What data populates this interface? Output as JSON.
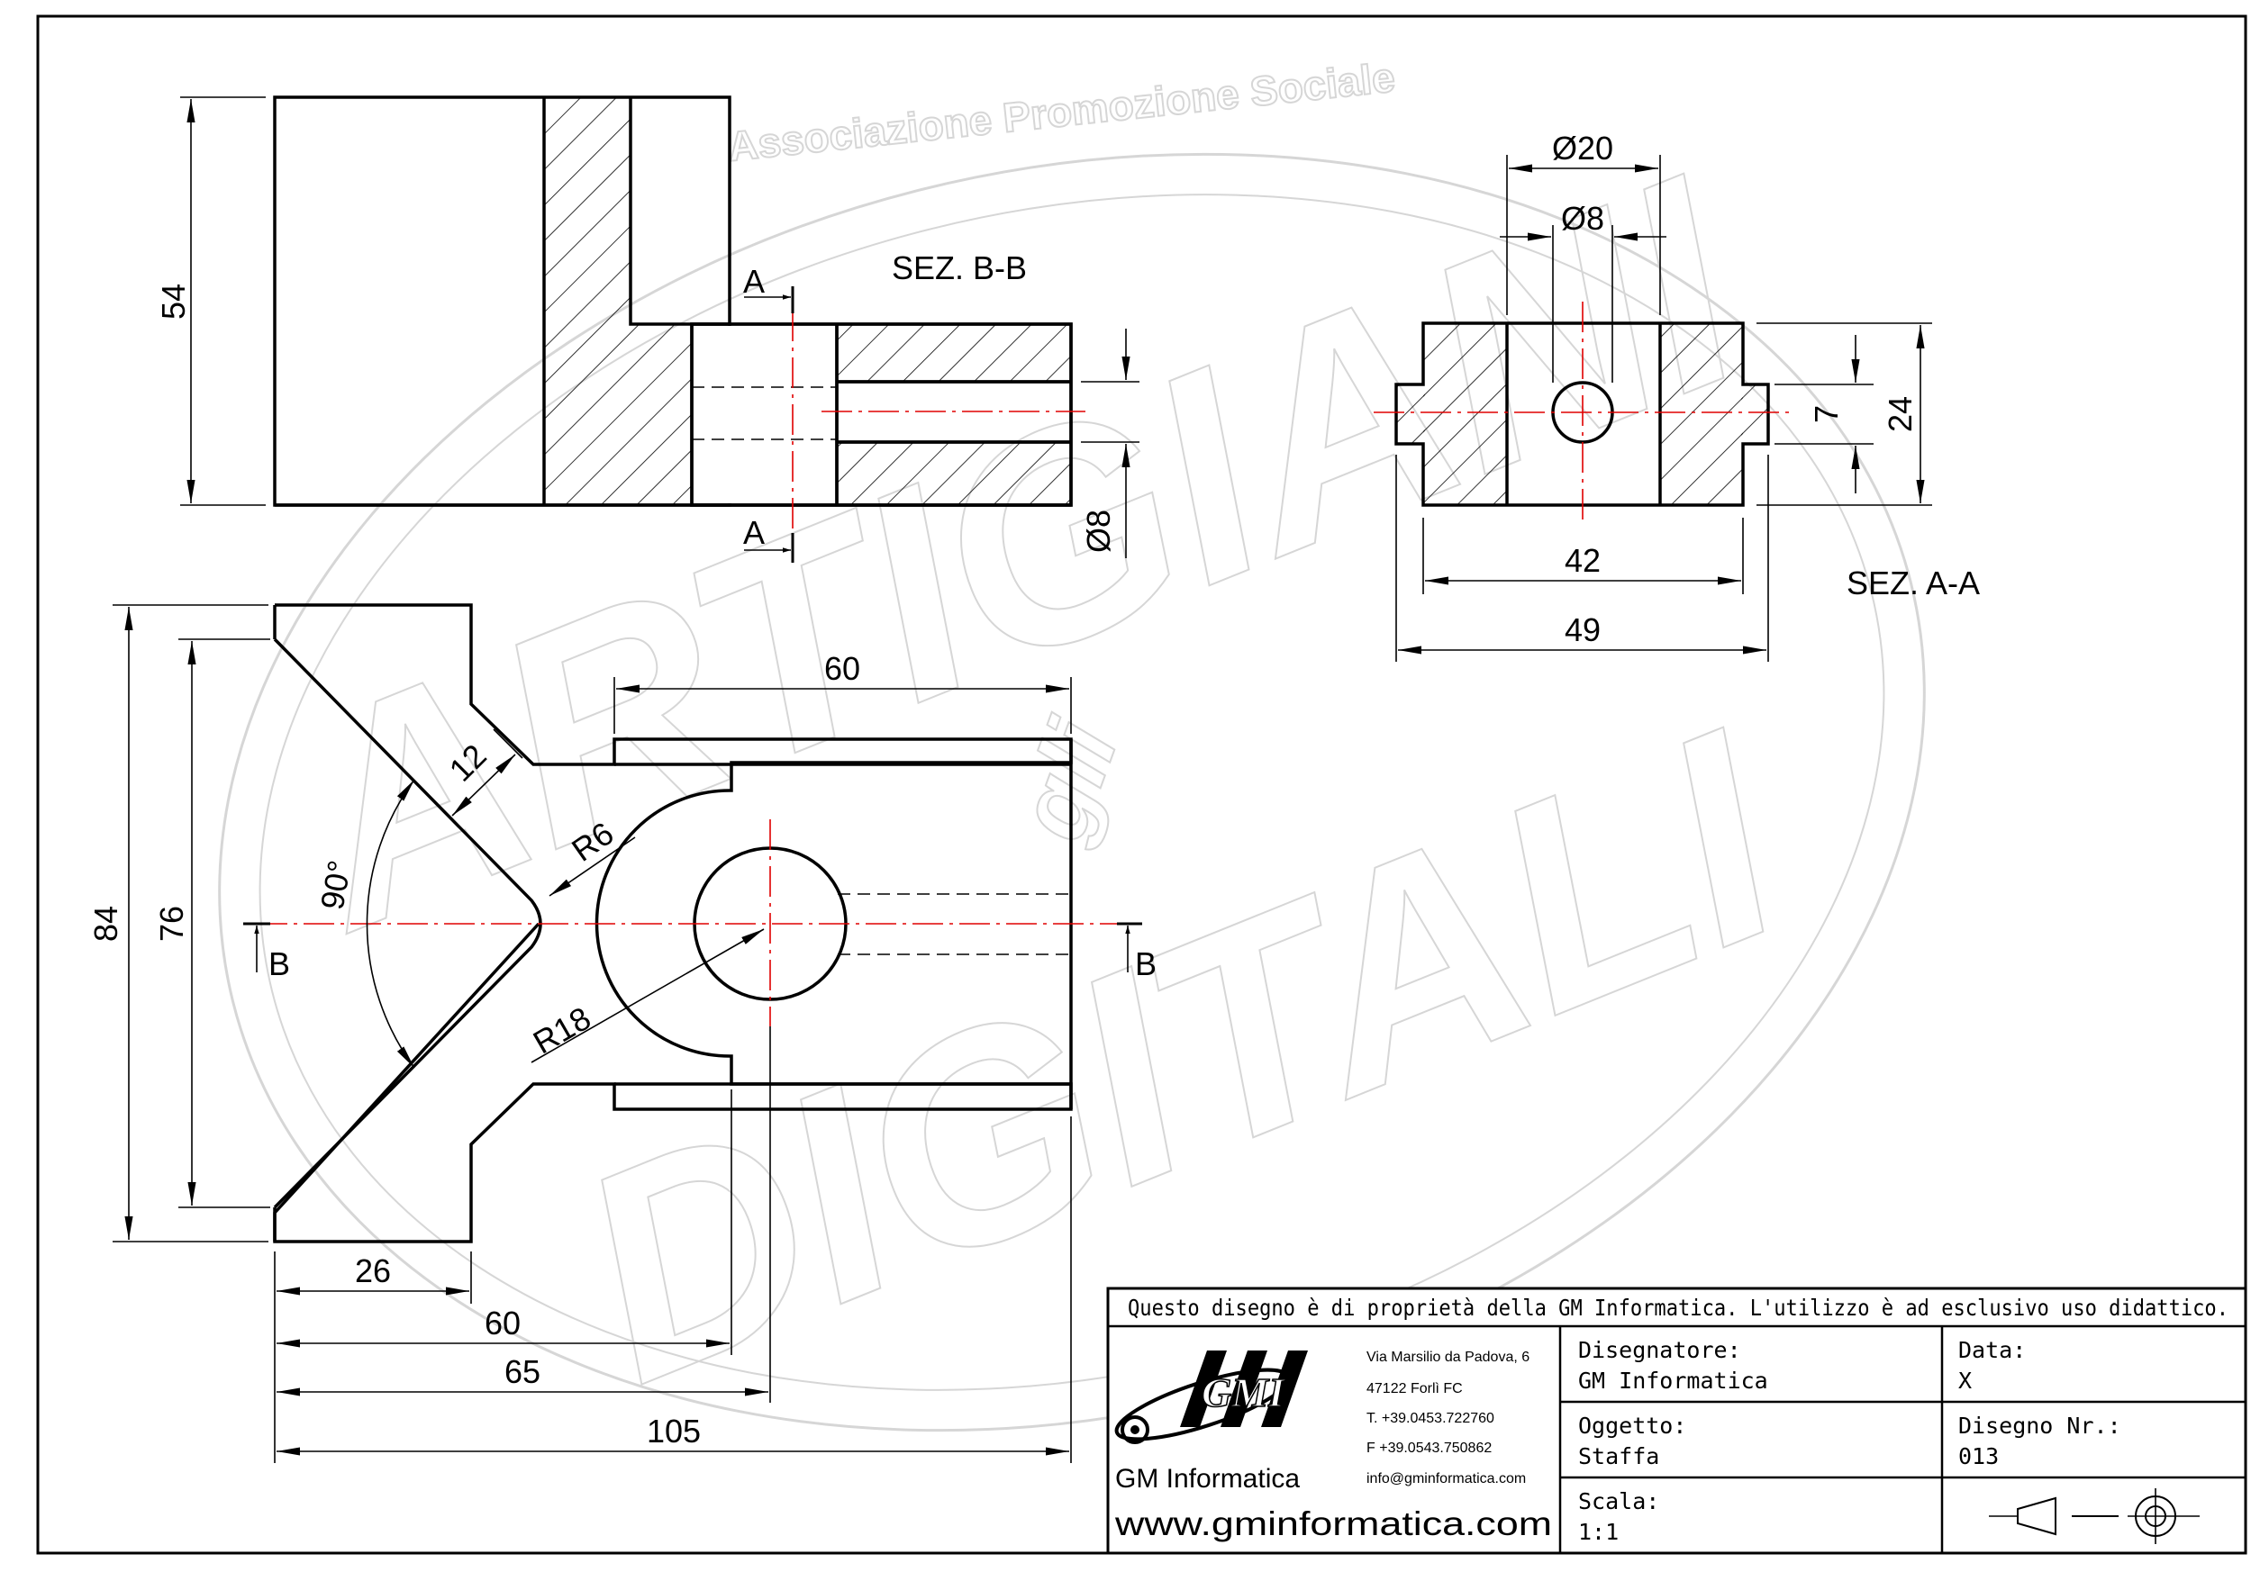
{
  "watermark": {
    "line1": "Associazione Promozione Sociale",
    "line2": "ARTIGIANI",
    "line3": "gli",
    "line4": "DIGITALI"
  },
  "dimensions": {
    "d54": "54",
    "d8_side": "Ø8",
    "d20": "Ø20",
    "d8_top": "Ø8",
    "d7": "7",
    "d24": "24",
    "d42": "42",
    "d49": "49",
    "d84": "84",
    "d76": "76",
    "d12": "12",
    "d90": "90°",
    "dR6": "R6",
    "dR18": "R18",
    "d60_top": "60",
    "d26": "26",
    "d60_bottom": "60",
    "d65": "65",
    "d105": "105"
  },
  "section_labels": {
    "sez_bb": "SEZ. B-B",
    "sez_aa": "SEZ. A-A",
    "a_top": "A",
    "a_bottom": "A",
    "b_left": "B",
    "b_right": "B"
  },
  "title_block": {
    "header": "Questo disegno è di proprietà della GM Informatica. L'utilizzo è ad esclusivo uso didattico.",
    "logo_text": "GMI",
    "company": "GM Informatica",
    "website": "www.gminformatica.com",
    "address1": "Via Marsilio da Padova, 6",
    "address2": "47122  Forlì  FC",
    "phone": "T. +39.0453.722760",
    "fax": "F +39.0543.750862",
    "email": "info@gminformatica.com",
    "designer_label": "Disegnatore:",
    "designer_value": "GM  Informatica",
    "object_label": "Oggetto:",
    "object_value": "Staffa",
    "scale_label": "Scala:",
    "scale_value": "1:1",
    "date_label": "Data:",
    "date_value": "X",
    "drawing_no_label": "Disegno  Nr.:",
    "drawing_no_value": "013"
  },
  "colors": {
    "center_line": "#e00000",
    "watermark": "#d6d6d6",
    "ink": "#000000"
  }
}
